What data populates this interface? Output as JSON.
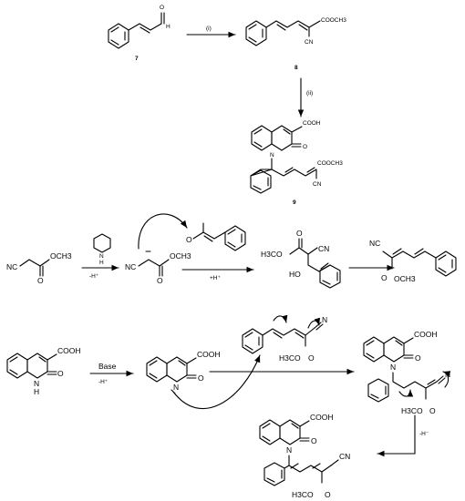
{
  "scheme": {
    "compound_numbers": [
      "7",
      "8",
      "9"
    ],
    "step_labels": [
      "(i)",
      "(ii)"
    ],
    "aldehyde_h": "H",
    "aldehyde_o": "O",
    "ester": "COOCH3",
    "nitrile": "CN",
    "acid": "COOH",
    "carbonyl_o": "O",
    "ring_n": "N"
  },
  "mechanism1": {
    "nitrile": "NC",
    "methoxy": "OCH3",
    "carbonyl_o": "O",
    "piperidine_n": "N",
    "piperidine_h": "H",
    "minus_h": "-H⁺",
    "plus_h": "+H⁺",
    "methyl_ester": "H3CO",
    "hydroxyl": "HO",
    "cn": "CN"
  },
  "mechanism2": {
    "acid": "COOH",
    "nh": "N",
    "nh_h": "H",
    "carbonyl_o": "O",
    "base_label": "Base",
    "minus_h": "-H⁺",
    "ring_n": "N",
    "nitrile_n": "N",
    "ester_methoxy": "H3CO",
    "ester_o": "O",
    "minus_h_final": "-H⁻",
    "cn": "CN"
  }
}
